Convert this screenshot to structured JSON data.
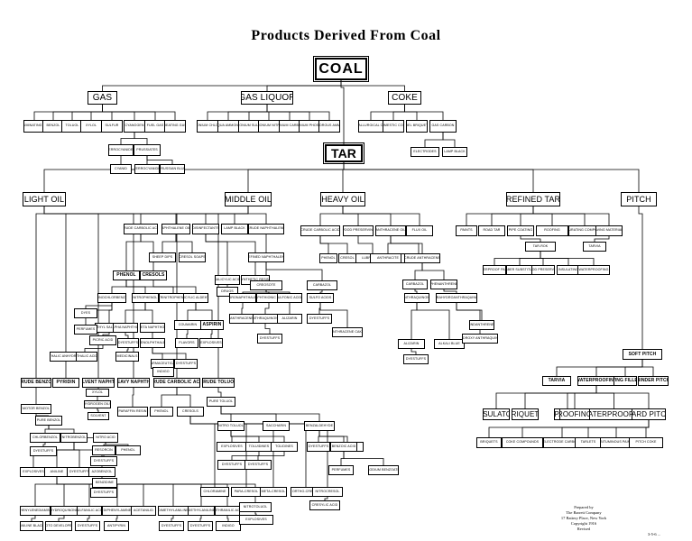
{
  "title": "Products Derived From Coal",
  "credit": {
    "prepared_by": "Prepared by",
    "company": "The Barrett Company",
    "address": "17 Battery Place, New York",
    "copyright": "Copyright 1916",
    "revised": "Revised",
    "code": "3-5-6 ..."
  },
  "nodes": [
    {
      "id": "coal",
      "label": "Coal"
    },
    {
      "id": "gas",
      "label": "Gas"
    },
    {
      "id": "gas_liquor",
      "label": "Gas Liquor"
    },
    {
      "id": "coke",
      "label": "Coke"
    },
    {
      "id": "tar",
      "label": "Tar"
    },
    {
      "id": "g_illum",
      "label": "Illuminating Gas"
    },
    {
      "id": "g_benzol",
      "label": "Benzol"
    },
    {
      "id": "g_toluol",
      "label": "Toluol"
    },
    {
      "id": "g_xylol",
      "label": "Xylol"
    },
    {
      "id": "g_sulfur",
      "label": "Sulfur"
    },
    {
      "id": "g_cyanogen",
      "label": "Cyanogen"
    },
    {
      "id": "g_fuel",
      "label": "Fuel Gas"
    },
    {
      "id": "g_ferro",
      "label": "Ferrocyanides"
    },
    {
      "id": "g_prussiates",
      "label": "Prussiates"
    },
    {
      "id": "g_heat",
      "label": "Heating Gas"
    },
    {
      "id": "g_cyanid",
      "label": "Cyanid"
    },
    {
      "id": "g_ferrocyan",
      "label": "Ferrocyanide"
    },
    {
      "id": "g_prussian",
      "label": "Prussian Blue"
    },
    {
      "id": "l1",
      "label": "Ammonium Chloride"
    },
    {
      "id": "l2",
      "label": "Aqua Ammonia"
    },
    {
      "id": "l3",
      "label": "Ammonium Sulfate"
    },
    {
      "id": "l4",
      "label": "Ammonium Nitrate"
    },
    {
      "id": "l5",
      "label": "Ammonium Carbonate"
    },
    {
      "id": "l6",
      "label": "Ammonium Phosphate"
    },
    {
      "id": "l7",
      "label": "Anhydrous Ammonia"
    },
    {
      "id": "k_metal",
      "label": "Metallurgical Coke"
    },
    {
      "id": "k_domestic",
      "label": "Domestic Coke"
    },
    {
      "id": "k_briq",
      "label": "Fuel Briquets"
    },
    {
      "id": "k_carbon",
      "label": "Gas Carbon"
    },
    {
      "id": "k_electrodes",
      "label": "Electrodes"
    },
    {
      "id": "k_lamp",
      "label": "Lamp Black"
    },
    {
      "id": "light_oil",
      "label": "Light Oil"
    },
    {
      "id": "middle_oil",
      "label": "Middle Oil"
    },
    {
      "id": "heavy_oil",
      "label": "Heavy Oil"
    },
    {
      "id": "refined_tar",
      "label": "Refined Tar"
    },
    {
      "id": "pitch",
      "label": "Pitch"
    },
    {
      "id": "m_crude_carbolic",
      "label": "Crude Carbolic Acid"
    },
    {
      "id": "m_naphthal_oils",
      "label": "Naphthalene Oils"
    },
    {
      "id": "m_disinfect",
      "label": "Disinfectants"
    },
    {
      "id": "m_lamp",
      "label": "Lamp Black"
    },
    {
      "id": "m_crude_naph",
      "label": "Crude Naphthalene"
    },
    {
      "id": "m_sheep",
      "label": "Sheep Dips"
    },
    {
      "id": "m_cresol",
      "label": "Cresol Soaps"
    },
    {
      "id": "m_refined_naph",
      "label": "Refined Naphthalene"
    },
    {
      "id": "m_phenol",
      "label": "Phenol"
    },
    {
      "id": "m_cresols",
      "label": "Cresols"
    },
    {
      "id": "m_salicylic",
      "label": "Salicylic Acid"
    },
    {
      "id": "m_synthetic",
      "label": "Synthetic Resins"
    },
    {
      "id": "m_drugs",
      "label": "Drugs"
    },
    {
      "id": "m_mono",
      "label": "Monochlorbenzol"
    },
    {
      "id": "m_nitrophenol",
      "label": "Nitrophenol"
    },
    {
      "id": "m_trinitro",
      "label": "Trinitrophenol"
    },
    {
      "id": "m_salicylic2",
      "label": "Salicylic Aldehyde"
    },
    {
      "id": "m_dyes_a",
      "label": "Dyes"
    },
    {
      "id": "m_aspirin",
      "label": "Aspirin"
    },
    {
      "id": "m_coumarin",
      "label": "Coumarin"
    },
    {
      "id": "m_methyl",
      "label": "Methyl Salicylate"
    },
    {
      "id": "m_perfumes",
      "label": "Perfumes"
    },
    {
      "id": "m_alpha",
      "label": "Alpha Naphthol"
    },
    {
      "id": "m_beta",
      "label": "Beta Naphthol"
    },
    {
      "id": "m_picric",
      "label": "Picric Acid"
    },
    {
      "id": "m_dyes_b",
      "label": "Dyestuffs"
    },
    {
      "id": "m_phenolphth",
      "label": "Phenolphthalein"
    },
    {
      "id": "m_flavors",
      "label": "Flavors"
    },
    {
      "id": "m_explos",
      "label": "Explosives"
    },
    {
      "id": "m_medic",
      "label": "Medicinals"
    },
    {
      "id": "m_phthalic",
      "label": "Phthalic Acid"
    },
    {
      "id": "m_phthalic2",
      "label": "Phthalic Anhydride"
    },
    {
      "id": "m_pharma",
      "label": "Pharmaceuticals"
    },
    {
      "id": "m_dyestuffs",
      "label": "Dyestuffs"
    },
    {
      "id": "m_indigo",
      "label": "Indigo"
    },
    {
      "id": "m_hydronaph",
      "label": "Hydronaphthalene"
    },
    {
      "id": "m_naphthionic",
      "label": "Naphthionic Acid"
    },
    {
      "id": "m_sulfonic",
      "label": "Sulfonic Acids"
    },
    {
      "id": "m_anthracene",
      "label": "Anthracene"
    },
    {
      "id": "m_anthraq",
      "label": "Anthraquinone"
    },
    {
      "id": "m_alizarin",
      "label": "Alizarin"
    },
    {
      "id": "m_dyes_c",
      "label": "Dyestuffs"
    },
    {
      "id": "m_creosote",
      "label": "Creosote"
    },
    {
      "id": "m_carbazol",
      "label": "Carbazol"
    },
    {
      "id": "m_sulfo",
      "label": "Sulfo Acids"
    },
    {
      "id": "m_dyes_d",
      "label": "Dyestuffs"
    },
    {
      "id": "m_anthracene_cake",
      "label": "Anthracene Cake"
    },
    {
      "id": "h_crude_carbolic",
      "label": "Crude Carbolic Acid"
    },
    {
      "id": "h_wood_pres",
      "label": "Wood Preserving"
    },
    {
      "id": "h_anthracene_oil",
      "label": "Anthracene Oil"
    },
    {
      "id": "h_flux",
      "label": "Flux Oil"
    },
    {
      "id": "h_phenol",
      "label": "Phenol"
    },
    {
      "id": "h_cresol",
      "label": "Cresol"
    },
    {
      "id": "h_lubricants",
      "label": "Lubricants"
    },
    {
      "id": "h_anthracite",
      "label": "Anthracite"
    },
    {
      "id": "h_naphthalene",
      "label": "Naphthalene"
    },
    {
      "id": "h_crude_anth",
      "label": "Crude Anthracene"
    },
    {
      "id": "h_carbazol",
      "label": "Carbazol"
    },
    {
      "id": "h_phenanthrene",
      "label": "Phenanthrene"
    },
    {
      "id": "h_anthraquinone",
      "label": "Anthraquinone"
    },
    {
      "id": "h_tetrahydro",
      "label": "Tetrahydroanthraquinone"
    },
    {
      "id": "h_alizarin",
      "label": "Alizarin"
    },
    {
      "id": "h_alkali",
      "label": "Alkali Blue"
    },
    {
      "id": "h_dyes",
      "label": "Dyestuffs"
    },
    {
      "id": "h_indanthrene",
      "label": "Indanthrene"
    },
    {
      "id": "h_dihydroxy",
      "label": "Dihydroxy Anthraquinone"
    },
    {
      "id": "r_paints",
      "label": "Paints"
    },
    {
      "id": "r_road",
      "label": "Road Tar"
    },
    {
      "id": "r_pipe",
      "label": "Pipe Coating"
    },
    {
      "id": "r_roofing",
      "label": "Roofing"
    },
    {
      "id": "r_saturating",
      "label": "Saturating Compounds"
    },
    {
      "id": "r_paving",
      "label": "Paving Materials"
    },
    {
      "id": "r_tarrok",
      "label": "Tar-Rok"
    },
    {
      "id": "r_tarvia",
      "label": "Tarvia"
    },
    {
      "id": "r_waterproof",
      "label": "Waterproof Paints"
    },
    {
      "id": "r_rubber",
      "label": "Rubber Substitutes"
    },
    {
      "id": "r_wood",
      "label": "Wood Preserving"
    },
    {
      "id": "r_insulating",
      "label": "Insulating"
    },
    {
      "id": "r_waterproof2",
      "label": "Waterproofing"
    },
    {
      "id": "p_soft",
      "label": "Soft Pitch"
    },
    {
      "id": "p_tarvia",
      "label": "Tarvia"
    },
    {
      "id": "p_waterproof",
      "label": "Waterproofing"
    },
    {
      "id": "p_paving",
      "label": "Paving Fillers"
    },
    {
      "id": "p_binder",
      "label": "Binder Pitch"
    },
    {
      "id": "p_insulator",
      "label": "Insulator"
    },
    {
      "id": "p_briquets",
      "label": "Briquets"
    },
    {
      "id": "p_paints",
      "label": "Paints"
    },
    {
      "id": "p_roofing",
      "label": "Roofing"
    },
    {
      "id": "p_waterproofing",
      "label": "Waterproofing"
    },
    {
      "id": "p_hard",
      "label": "Hard Pitch"
    },
    {
      "id": "p_briquets2",
      "label": "Briquets"
    },
    {
      "id": "p_coke",
      "label": "Coke Compounds"
    },
    {
      "id": "p_electrode",
      "label": "Electrode Carbons"
    },
    {
      "id": "p_tarlets",
      "label": "Tarlets"
    },
    {
      "id": "p_bituminous",
      "label": "Bituminous Paint"
    },
    {
      "id": "p_pitch_coke",
      "label": "Pitch Coke"
    },
    {
      "id": "lo_crude_benzol",
      "label": "Crude Benzol"
    },
    {
      "id": "lo_pyridin",
      "label": "Pyridin"
    },
    {
      "id": "lo_solvent",
      "label": "Solvent Naphtha"
    },
    {
      "id": "lo_heavy",
      "label": "Heavy Naphtha"
    },
    {
      "id": "lo_crude_carbolic",
      "label": "Crude Carbolic Acid"
    },
    {
      "id": "lo_crude_toluol",
      "label": "Crude Toluol"
    },
    {
      "id": "lo_xylol",
      "label": "Xylol"
    },
    {
      "id": "lo_hydrogen",
      "label": "Hydrogen Oils"
    },
    {
      "id": "lo_solvent2",
      "label": "Solvent"
    },
    {
      "id": "lo_motor",
      "label": "Motor Benzol"
    },
    {
      "id": "lo_pure_benzol",
      "label": "Pure Benzol"
    },
    {
      "id": "lo_paraffin",
      "label": "Paraffin Resin"
    },
    {
      "id": "lo_phenol",
      "label": "Phenol"
    },
    {
      "id": "lo_cresols",
      "label": "Cresols"
    },
    {
      "id": "lo_pure_toluol",
      "label": "Pure Toluol"
    },
    {
      "id": "lo_chlorbenzol",
      "label": "Chlorbenzol"
    },
    {
      "id": "lo_nitrobenzol",
      "label": "Nitrobenzol"
    },
    {
      "id": "lo_dyestuffs",
      "label": "Dyestuffs"
    },
    {
      "id": "lo_nitro_acid",
      "label": "Nitro Acid"
    },
    {
      "id": "lo_resorcin",
      "label": "Resorcin"
    },
    {
      "id": "lo_phenol2",
      "label": "Phenol"
    },
    {
      "id": "lo_dyestuffs2",
      "label": "Dyestuffs"
    },
    {
      "id": "lo_explosives",
      "label": "Explosives"
    },
    {
      "id": "lo_aniline",
      "label": "Aniline"
    },
    {
      "id": "lo_dyestuffs3",
      "label": "Dyestuffs"
    },
    {
      "id": "lo_azobenzol",
      "label": "Azobenzol"
    },
    {
      "id": "lo_benzidine",
      "label": "Benzidine"
    },
    {
      "id": "lo_dyestuffs4",
      "label": "Dyestuffs"
    },
    {
      "id": "lo_nitro_toluol",
      "label": "Nitro Toluol"
    },
    {
      "id": "lo_saccharin",
      "label": "Saccharin"
    },
    {
      "id": "lo_benzaldehyde",
      "label": "Benzaldehyde"
    },
    {
      "id": "lo_explosives2",
      "label": "Explosives"
    },
    {
      "id": "lo_toluidines",
      "label": "Toluidines"
    },
    {
      "id": "lo_tolidines",
      "label": "Tolidines"
    },
    {
      "id": "lo_dyestuffs5",
      "label": "Dyestuffs"
    },
    {
      "id": "lo_dyestuffs6",
      "label": "Dyestuffs"
    },
    {
      "id": "lo_dyestuffs7",
      "label": "Dyestuffs"
    },
    {
      "id": "lo_perfumes",
      "label": "Perfumes"
    },
    {
      "id": "lo_benzoic",
      "label": "Benzoic Acid"
    },
    {
      "id": "lo_perfumes2",
      "label": "Perfumes"
    },
    {
      "id": "lo_sodium",
      "label": "Sodium Benzoate"
    },
    {
      "id": "lo_chloramine",
      "label": "Chloramine"
    },
    {
      "id": "lo_para_cresol",
      "label": "Para-Cresol"
    },
    {
      "id": "lo_meta_cresol",
      "label": "Meta-Cresol"
    },
    {
      "id": "lo_ortho_cresol",
      "label": "Ortho-Cresol"
    },
    {
      "id": "lo_nitrocresol",
      "label": "Nitrocresol"
    },
    {
      "id": "lo_cresylic",
      "label": "Cresylic Acid"
    },
    {
      "id": "lo_phenylene",
      "label": "Phenylenediamine"
    },
    {
      "id": "lo_hydroquinone",
      "label": "Hydroquinone"
    },
    {
      "id": "lo_sulfanilic",
      "label": "Sulfanilic Acid"
    },
    {
      "id": "lo_diphenylamine",
      "label": "Diphenylamine"
    },
    {
      "id": "lo_acetanilid",
      "label": "Acetanilid"
    },
    {
      "id": "lo_dimethyl",
      "label": "Dimethylaniline"
    },
    {
      "id": "lo_diethyl",
      "label": "Diethylaniline"
    },
    {
      "id": "lo_anthranilic",
      "label": "Anthranilic Acid"
    },
    {
      "id": "lo_nitrotoluol",
      "label": "Nitrotoluol"
    },
    {
      "id": "lo_aniline_black",
      "label": "Aniline Black"
    },
    {
      "id": "lo_photo",
      "label": "Photo Developers"
    },
    {
      "id": "lo_dyestuffs8",
      "label": "Dyestuffs"
    },
    {
      "id": "lo_antipyrin",
      "label": "Antipyrin"
    },
    {
      "id": "lo_dyestuffs9",
      "label": "Dyestuffs"
    },
    {
      "id": "lo_dyestuffs10",
      "label": "Dyestuffs"
    },
    {
      "id": "lo_indigo",
      "label": "Indigo"
    },
    {
      "id": "lo_explosives3",
      "label": "Explosives"
    }
  ]
}
